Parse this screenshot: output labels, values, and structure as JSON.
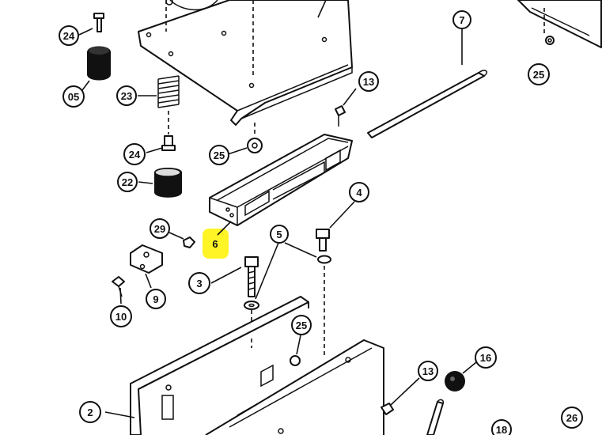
{
  "callouts": [
    {
      "id": "c24a",
      "label": "24"
    },
    {
      "id": "c05",
      "label": "05"
    },
    {
      "id": "c23",
      "label": "23"
    },
    {
      "id": "c24b",
      "label": "24"
    },
    {
      "id": "c22",
      "label": "22"
    },
    {
      "id": "c25a",
      "label": "25"
    },
    {
      "id": "c13a",
      "label": "13"
    },
    {
      "id": "c7",
      "label": "7"
    },
    {
      "id": "c25b",
      "label": "25"
    },
    {
      "id": "c4",
      "label": "4"
    },
    {
      "id": "c29",
      "label": "29"
    },
    {
      "id": "c6",
      "label": "6",
      "highlighted": true
    },
    {
      "id": "c5",
      "label": "5"
    },
    {
      "id": "c3",
      "label": "3"
    },
    {
      "id": "c9",
      "label": "9"
    },
    {
      "id": "c10",
      "label": "10"
    },
    {
      "id": "c25c",
      "label": "25"
    },
    {
      "id": "c13b",
      "label": "13"
    },
    {
      "id": "c16",
      "label": "16"
    },
    {
      "id": "c2",
      "label": "2"
    },
    {
      "id": "c18",
      "label": "18"
    },
    {
      "id": "c26",
      "label": "26"
    }
  ],
  "colors": {
    "line": "#111111",
    "highlight": "#fff200",
    "background": "#ffffff"
  }
}
